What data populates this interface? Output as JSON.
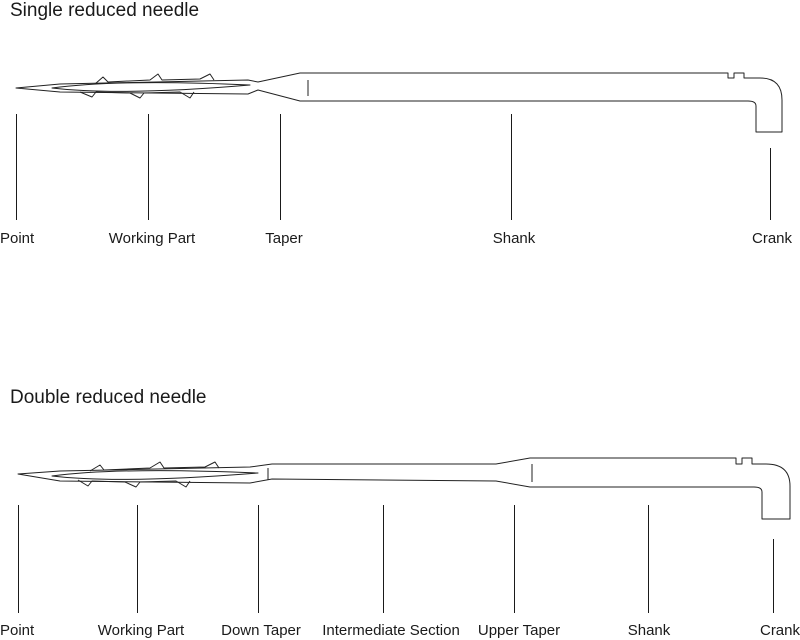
{
  "single": {
    "title": "Single reduced needle",
    "labels": [
      "Point",
      "Working Part",
      "Taper",
      "Shank",
      "Crank"
    ]
  },
  "double": {
    "title": "Double reduced needle",
    "labels": [
      "Point",
      "Working Part",
      "Down Taper",
      "Intermediate Section",
      "Upper Taper",
      "Shank",
      "Crank"
    ]
  }
}
